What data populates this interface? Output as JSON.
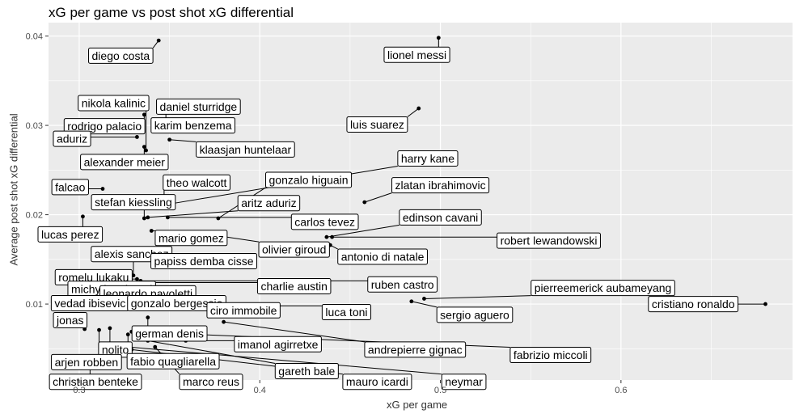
{
  "chart_data": {
    "type": "scatter",
    "title": "xG per game vs post shot xG differential",
    "xlabel": "xG per game",
    "ylabel": "Average post shot xG differential",
    "xlim": [
      0.283,
      0.695
    ],
    "ylim": [
      0.0015,
      0.0415
    ],
    "xticks": [
      0.3,
      0.4,
      0.5,
      0.6
    ],
    "yticks": [
      0.01,
      0.02,
      0.03,
      0.04
    ],
    "xtick_labels": [
      "0.3",
      "0.4",
      "0.5",
      "0.6"
    ],
    "ytick_labels": [
      "0.01",
      "0.02",
      "0.03",
      "0.04"
    ],
    "grid": true,
    "points": [
      {
        "label": "diego costa",
        "x": 0.344,
        "y": 0.0395,
        "lx": 0.323,
        "ly": 0.0378
      },
      {
        "label": "lionel messi",
        "x": 0.499,
        "y": 0.0398,
        "lx": 0.487,
        "ly": 0.0379
      },
      {
        "label": "nikola kalinic",
        "x": 0.337,
        "y": 0.0272,
        "lx": 0.319,
        "ly": 0.0325
      },
      {
        "label": "daniel sturridge",
        "x": 0.349,
        "y": 0.0326,
        "lx": 0.366,
        "ly": 0.0321
      },
      {
        "label": "rodrigo palacio",
        "x": 0.336,
        "y": 0.0312,
        "lx": 0.314,
        "ly": 0.0299
      },
      {
        "label": "karim benzema",
        "x": 0.348,
        "y": 0.0319,
        "lx": 0.363,
        "ly": 0.03
      },
      {
        "label": "luis suarez",
        "x": 0.488,
        "y": 0.0319,
        "lx": 0.465,
        "ly": 0.0301
      },
      {
        "label": "aduriz",
        "x": 0.332,
        "y": 0.0287,
        "lx": 0.296,
        "ly": 0.0285
      },
      {
        "label": "klaasjan huntelaar",
        "x": 0.35,
        "y": 0.0284,
        "lx": 0.392,
        "ly": 0.0273
      },
      {
        "label": "alexander meier",
        "x": 0.336,
        "y": 0.0276,
        "lx": 0.325,
        "ly": 0.0259
      },
      {
        "label": "harry kane",
        "x": 0.35,
        "y": 0.0212,
        "lx": 0.493,
        "ly": 0.0263
      },
      {
        "label": "theo walcott",
        "x": 0.347,
        "y": 0.0218,
        "lx": 0.365,
        "ly": 0.0236
      },
      {
        "label": "gonzalo higuain",
        "x": 0.377,
        "y": 0.0196,
        "lx": 0.427,
        "ly": 0.0239
      },
      {
        "label": "zlatan ibrahimovic",
        "x": 0.458,
        "y": 0.0214,
        "lx": 0.5,
        "ly": 0.0233
      },
      {
        "label": "falcao",
        "x": 0.313,
        "y": 0.0229,
        "lx": 0.295,
        "ly": 0.0231
      },
      {
        "label": "stefan kiessling",
        "x": 0.336,
        "y": 0.0196,
        "lx": 0.33,
        "ly": 0.0214
      },
      {
        "label": "aritz aduriz",
        "x": 0.338,
        "y": 0.0197,
        "lx": 0.405,
        "ly": 0.0213
      },
      {
        "label": "edinson cavani",
        "x": 0.437,
        "y": 0.0175,
        "lx": 0.5,
        "ly": 0.0197
      },
      {
        "label": "carlos tevez",
        "x": 0.349,
        "y": 0.0197,
        "lx": 0.436,
        "ly": 0.0192
      },
      {
        "label": "lucas perez",
        "x": 0.302,
        "y": 0.0198,
        "lx": 0.295,
        "ly": 0.0178
      },
      {
        "label": "mario gomez",
        "x": 0.34,
        "y": 0.0182,
        "lx": 0.362,
        "ly": 0.0174
      },
      {
        "label": "robert lewandowski",
        "x": 0.44,
        "y": 0.0175,
        "lx": 0.56,
        "ly": 0.0171
      },
      {
        "label": "olivier giroud",
        "x": 0.365,
        "y": 0.018,
        "lx": 0.419,
        "ly": 0.0161
      },
      {
        "label": "antonio di natale",
        "x": 0.439,
        "y": 0.0166,
        "lx": 0.468,
        "ly": 0.0153
      },
      {
        "label": "alexis sanchez",
        "x": 0.33,
        "y": 0.0132,
        "lx": 0.329,
        "ly": 0.0156
      },
      {
        "label": "papiss demba cisse",
        "x": 0.349,
        "y": 0.0158,
        "lx": 0.369,
        "ly": 0.0148
      },
      {
        "label": "romelu lukaku",
        "x": 0.332,
        "y": 0.0128,
        "lx": 0.308,
        "ly": 0.013
      },
      {
        "label": "charlie austin",
        "x": 0.32,
        "y": 0.0124,
        "lx": 0.419,
        "ly": 0.012
      },
      {
        "label": "ruben castro",
        "x": 0.334,
        "y": 0.0126,
        "lx": 0.479,
        "ly": 0.0122
      },
      {
        "label": "pierreemerick aubameyang",
        "x": 0.491,
        "y": 0.0106,
        "lx": 0.59,
        "ly": 0.0118
      },
      {
        "label": "michy batshuayi",
        "x": 0.313,
        "y": 0.012,
        "lx": 0.318,
        "ly": 0.0117
      },
      {
        "label": "leonardo pavoletti",
        "x": 0.33,
        "y": 0.0115,
        "lx": 0.338,
        "ly": 0.0112
      },
      {
        "label": "cristiano ronaldo",
        "x": 0.68,
        "y": 0.01,
        "lx": 0.64,
        "ly": 0.01
      },
      {
        "label": "vedad ibisevic",
        "x": 0.319,
        "y": 0.0104,
        "lx": 0.306,
        "ly": 0.0101
      },
      {
        "label": "gonzalo bergessio",
        "x": 0.34,
        "y": 0.0099,
        "lx": 0.354,
        "ly": 0.0101
      },
      {
        "label": "ciro immobile",
        "x": 0.376,
        "y": 0.0098,
        "lx": 0.391,
        "ly": 0.0093
      },
      {
        "label": "luca toni",
        "x": 0.36,
        "y": 0.0098,
        "lx": 0.448,
        "ly": 0.0091
      },
      {
        "label": "sergio aguero",
        "x": 0.484,
        "y": 0.0103,
        "lx": 0.519,
        "ly": 0.0088
      },
      {
        "label": "jonas",
        "x": 0.303,
        "y": 0.0072,
        "lx": 0.295,
        "ly": 0.0082
      },
      {
        "label": "german denis",
        "x": 0.338,
        "y": 0.0085,
        "lx": 0.35,
        "ly": 0.0067
      },
      {
        "label": "imanol agirretxe",
        "x": 0.359,
        "y": 0.0059,
        "lx": 0.41,
        "ly": 0.0055
      },
      {
        "label": "andrepierre gignac",
        "x": 0.38,
        "y": 0.008,
        "lx": 0.486,
        "ly": 0.0049
      },
      {
        "label": "fabrizio miccoli",
        "x": 0.329,
        "y": 0.0069,
        "lx": 0.561,
        "ly": 0.0043
      },
      {
        "label": "nolito",
        "x": 0.317,
        "y": 0.0073,
        "lx": 0.32,
        "ly": 0.0049
      },
      {
        "label": "arjen robben",
        "x": 0.311,
        "y": 0.0071,
        "lx": 0.304,
        "ly": 0.0035
      },
      {
        "label": "fabio quagliarella",
        "x": 0.327,
        "y": 0.0066,
        "lx": 0.352,
        "ly": 0.0036
      },
      {
        "label": "gareth bale",
        "x": 0.338,
        "y": 0.0059,
        "lx": 0.426,
        "ly": 0.0025
      },
      {
        "label": "christian benteke",
        "x": 0.306,
        "y": 0.004,
        "lx": 0.309,
        "ly": 0.0013
      },
      {
        "label": "marco reus",
        "x": 0.342,
        "y": 0.0052,
        "lx": 0.373,
        "ly": 0.0013
      },
      {
        "label": "mauro icardi",
        "x": 0.329,
        "y": 0.0049,
        "lx": 0.465,
        "ly": 0.0013
      },
      {
        "label": "neymar",
        "x": 0.327,
        "y": 0.0052,
        "lx": 0.513,
        "ly": 0.0013
      }
    ]
  }
}
